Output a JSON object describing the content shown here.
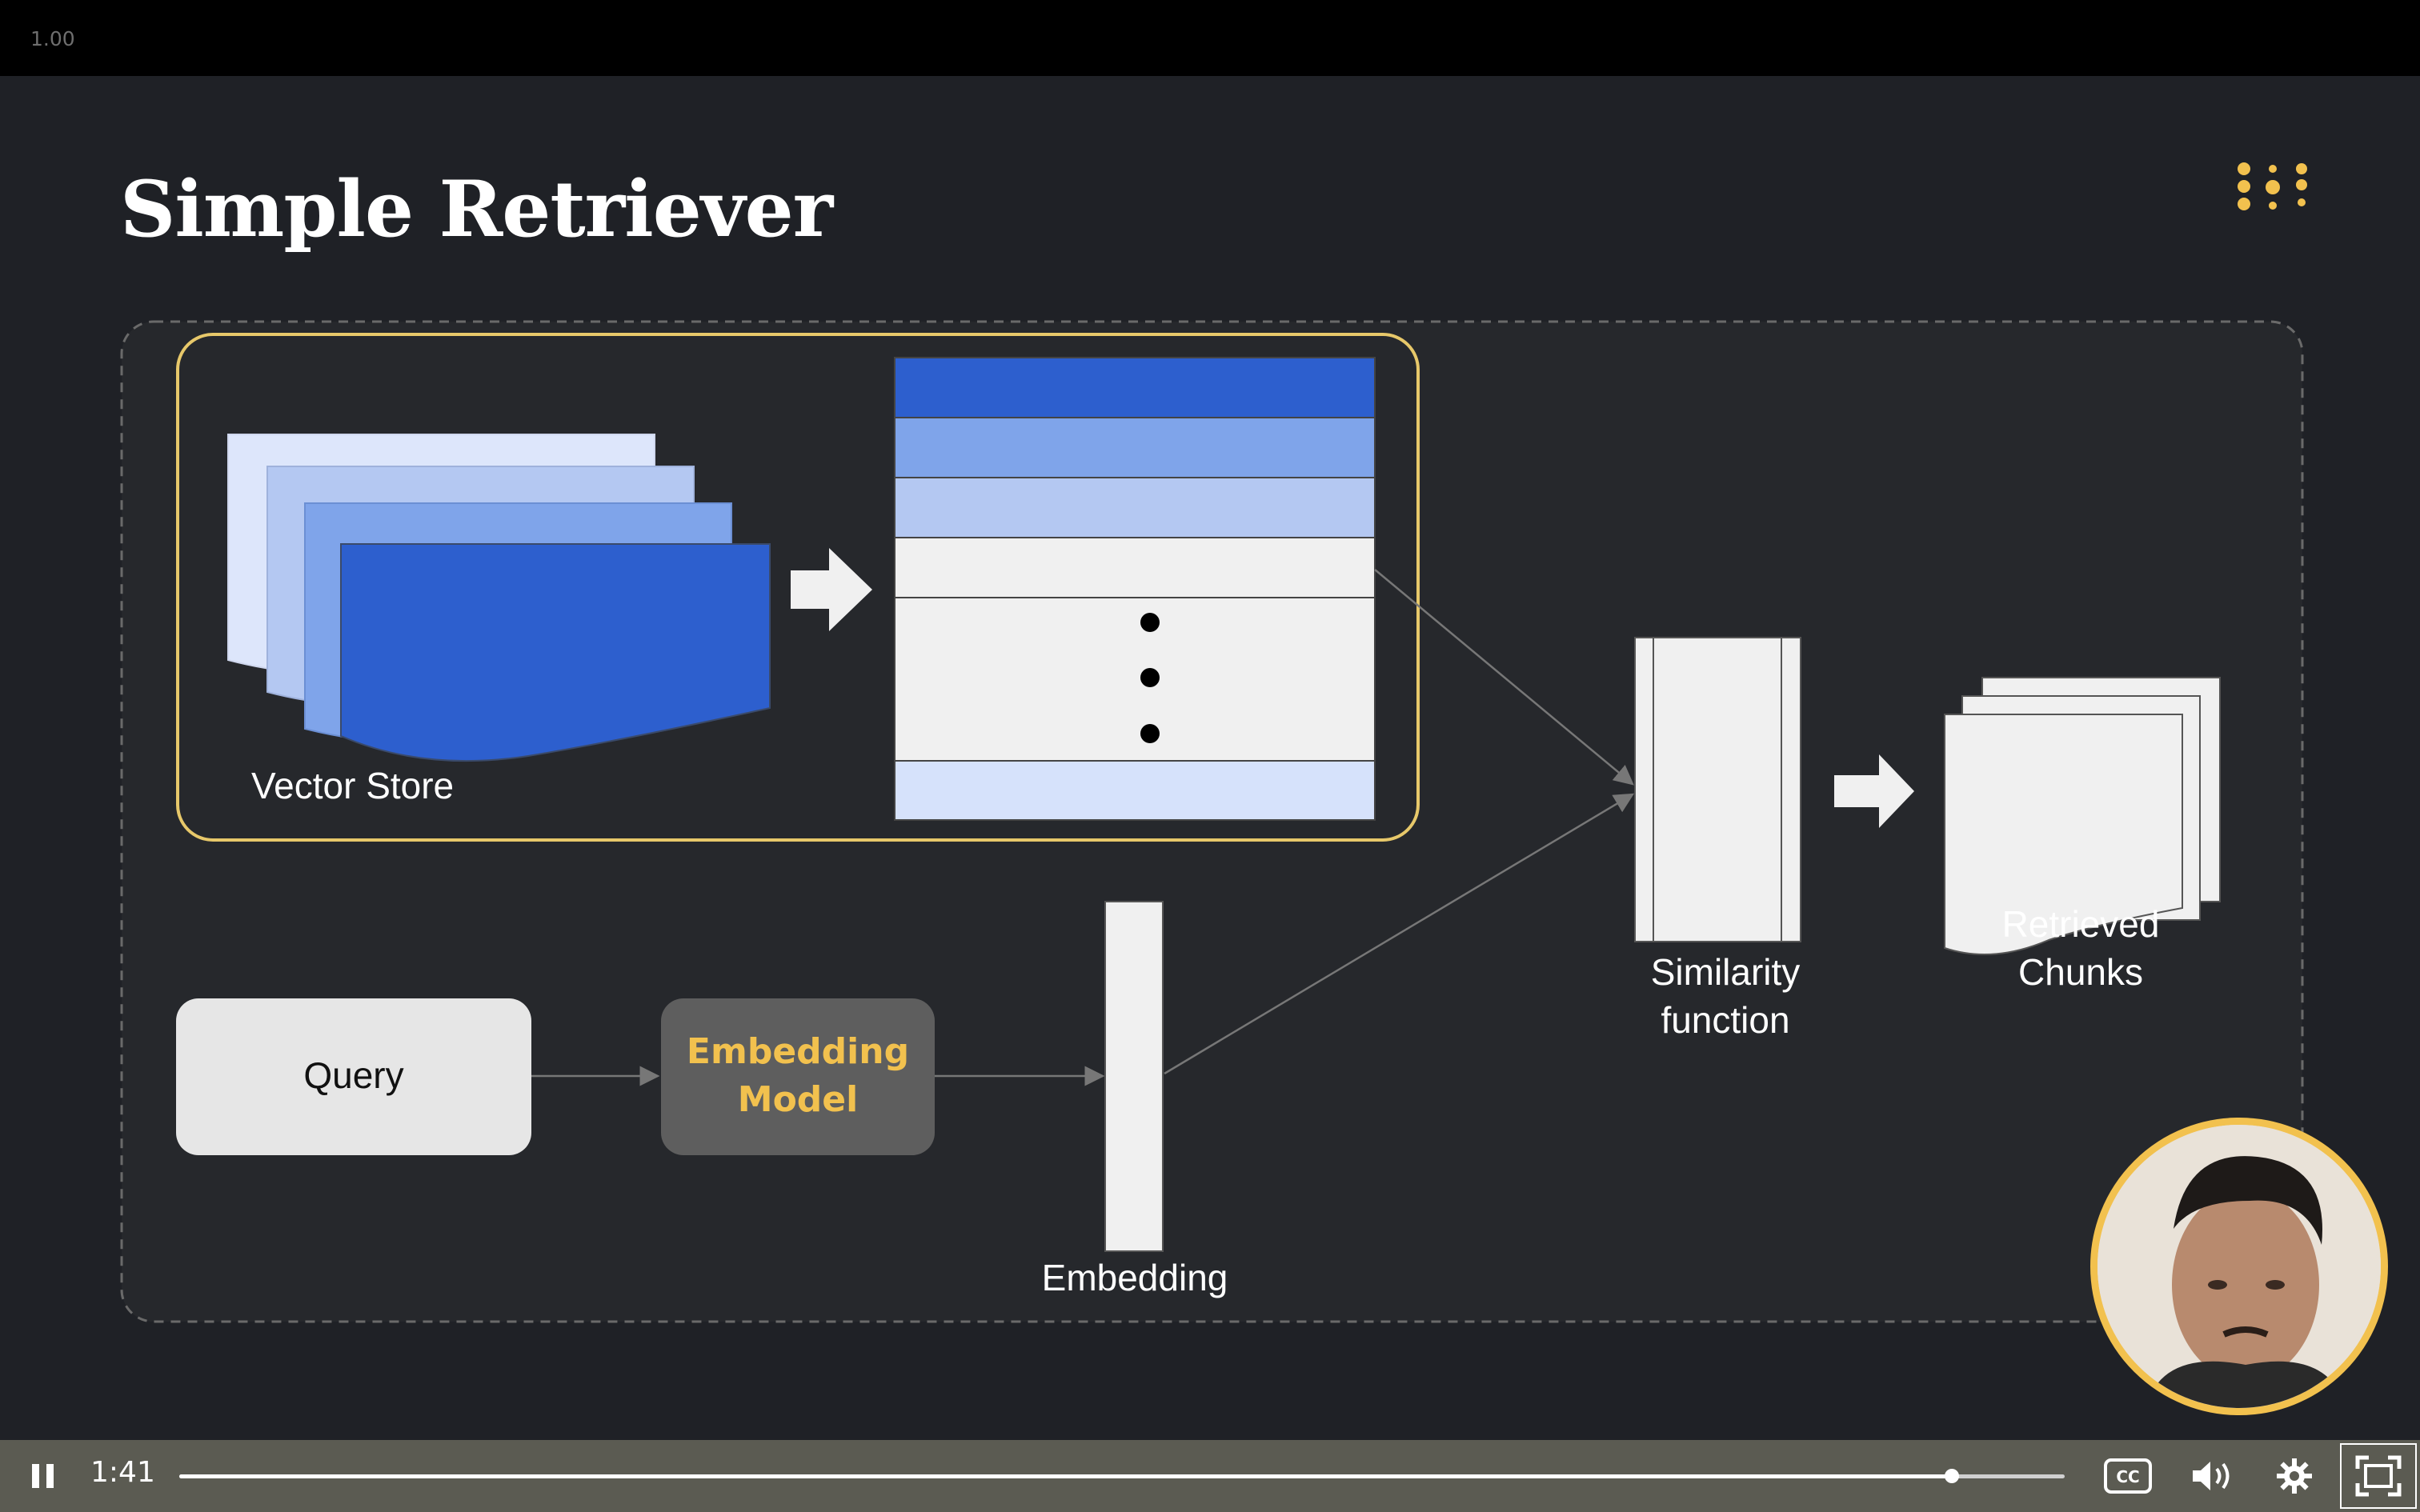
{
  "player": {
    "speed_label": "1.00",
    "time_label": "1:41",
    "progress": 0.94,
    "play_state": "playing",
    "accent": "#f2c14e"
  },
  "slide": {
    "title": "Simple Retriever",
    "diagram": {
      "vector_store_label": "Vector Store",
      "query_label": "Query",
      "embedding_model_label": "Embedding Model",
      "embedding_label": "Embedding",
      "similarity_label": "Similarity function",
      "retrieved_label": "Retrieved Chunks"
    }
  },
  "icons": {
    "play_pause": "pause-icon",
    "captions": "closed-captions-icon",
    "volume": "volume-icon",
    "settings": "gear-icon",
    "fullscreen": "fullscreen-icon",
    "logo": "dots-logo-icon"
  }
}
